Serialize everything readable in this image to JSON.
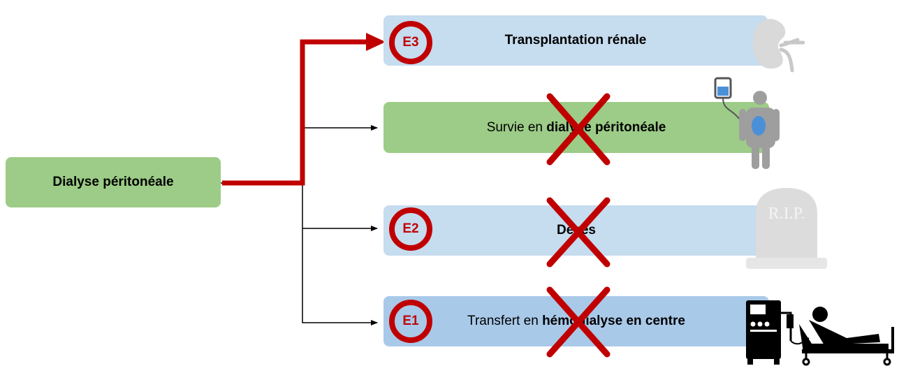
{
  "source": {
    "label": "Dialyse péritonéale"
  },
  "outcomes": [
    {
      "badge": "E3",
      "text_bold": "Transplantation rénale",
      "crossed": false,
      "highlight": true
    },
    {
      "badge": "",
      "text_pre": "Survie en ",
      "text_bold": "dialyse péritonéale",
      "crossed": true
    },
    {
      "badge": "E2",
      "text_bold": "Décès",
      "crossed": true
    },
    {
      "badge": "E1",
      "text_pre": "Transfert en ",
      "text_bold": "hémodialyse en centre",
      "crossed": true
    }
  ],
  "icons": [
    "kidney-icon",
    "peritoneal-dialysis-patient-icon",
    "tombstone-icon",
    "hemodialysis-machine-bed-icon"
  ],
  "icon_text": {
    "tombstone": "R.I.P."
  },
  "colors": {
    "green": "#9ccc87",
    "light_blue": "#c6dcef",
    "blue": "#a9c9e9",
    "red": "#c00000"
  }
}
